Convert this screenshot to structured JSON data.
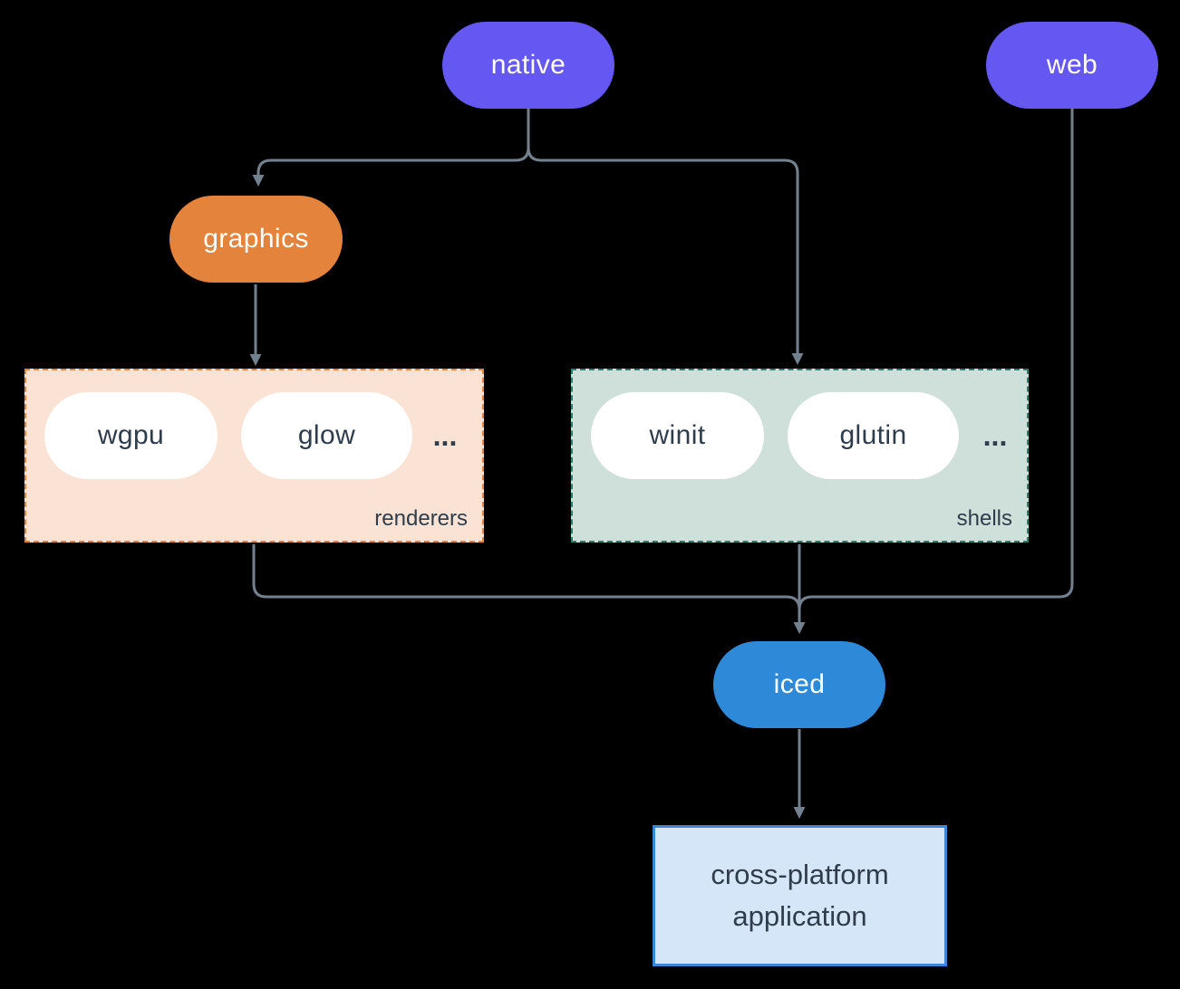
{
  "diagram": {
    "nodes": {
      "native": {
        "label": "native"
      },
      "web": {
        "label": "web"
      },
      "graphics": {
        "label": "graphics"
      },
      "iced": {
        "label": "iced"
      },
      "app": {
        "label_lines": [
          "cross-platform",
          "application"
        ]
      }
    },
    "groups": {
      "renderers": {
        "label": "renderers",
        "pills": [
          "wgpu",
          "glow"
        ],
        "ellipsis": "..."
      },
      "shells": {
        "label": "shells",
        "pills": [
          "winit",
          "glutin"
        ],
        "ellipsis": "..."
      }
    },
    "edges": [
      "native -> graphics",
      "native -> shells",
      "graphics -> renderers",
      "renderers -> iced",
      "shells -> iced",
      "web -> iced",
      "iced -> app"
    ]
  },
  "colors": {
    "purple": "#6557f2",
    "orange": "#e3833c",
    "blue": "#2e89d8",
    "peach-bg": "#fae3d4",
    "peach-border": "#e08443",
    "sage-bg": "#cfdfd9",
    "sage-border": "#2f7d6f",
    "app-bg": "#d4e6f8",
    "app-border": "#3c86d8",
    "dark-text": "#2e3c4c",
    "line": "#73808e",
    "background": "#000000"
  }
}
